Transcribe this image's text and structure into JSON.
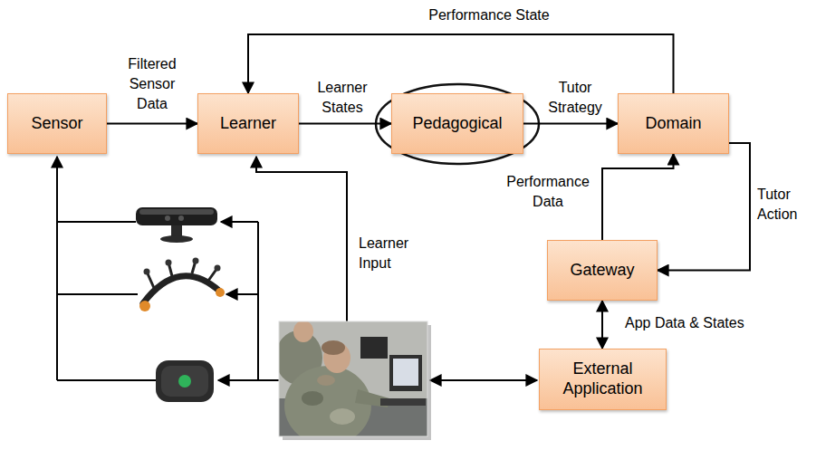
{
  "diagram": {
    "nodes": [
      {
        "text": [
          "Sensor"
        ]
      },
      {
        "text": [
          "Learner"
        ]
      },
      {
        "text": [
          "Pedagogical"
        ]
      },
      {
        "text": [
          "Domain"
        ]
      },
      {
        "text": [
          "Gateway"
        ]
      },
      {
        "text": [
          "External Application"
        ]
      }
    ],
    "edges": [
      {
        "from": 0,
        "to": 1,
        "label": "Filtered Sensor Data",
        "arrow": "to"
      },
      {
        "from": 1,
        "to": 2,
        "label": "Learner States",
        "arrow": "to"
      },
      {
        "from": 2,
        "to": 3,
        "label": "Tutor Strategy",
        "arrow": "to"
      },
      {
        "from": 3,
        "to": 1,
        "label": "Performance State",
        "arrow": "to"
      },
      {
        "from": 3,
        "to": 4,
        "label": "Tutor Action",
        "arrow": "to"
      },
      {
        "from": 4,
        "to": 3,
        "label": "Performance Data",
        "arrow": "to"
      },
      {
        "from": 4,
        "to": 5,
        "label": "App Data & States",
        "arrow": "both"
      }
    ],
    "labels": [
      "Learner Input"
    ]
  }
}
